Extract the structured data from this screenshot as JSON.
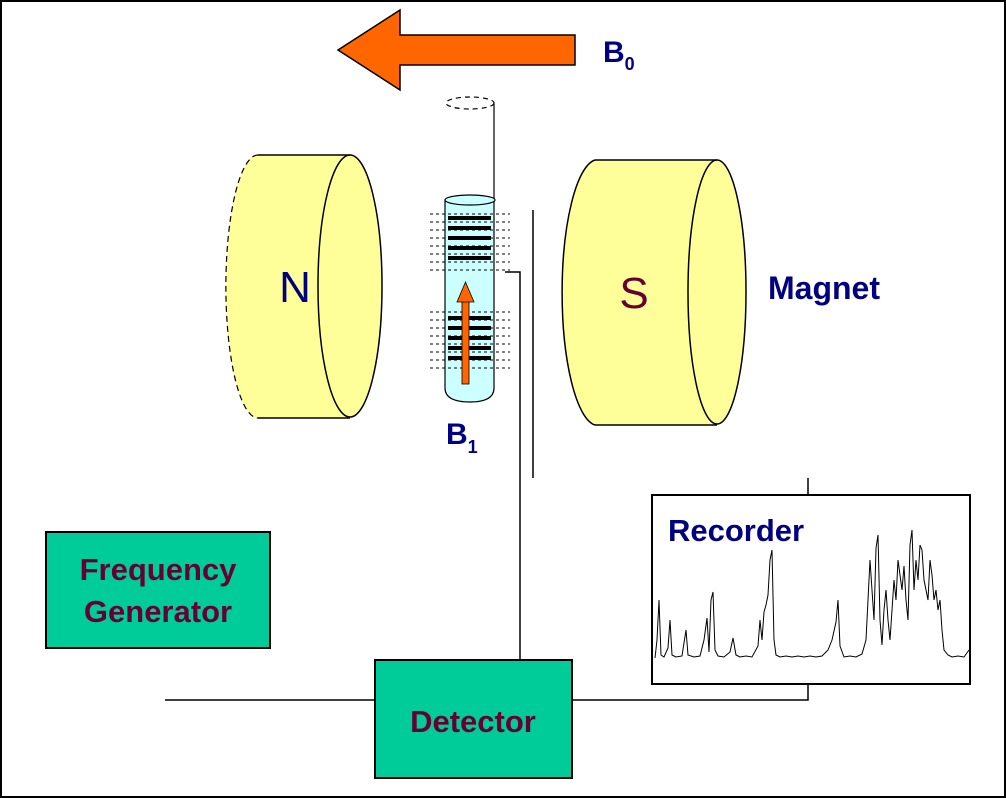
{
  "labels": {
    "b0_main": "B",
    "b0_sub": "0",
    "b1_main": "B",
    "b1_sub": "1",
    "pole_north": "N",
    "pole_south": "S",
    "magnet": "Magnet",
    "recorder": "Recorder",
    "frequency_generator_line1": "Frequency",
    "frequency_generator_line2": "Generator",
    "detector": "Detector"
  },
  "colors": {
    "magnet_fill": "#ffff99",
    "box_fill": "#00cc99",
    "arrow": "#ff6600",
    "label_blue": "#000080",
    "label_maroon": "#660033",
    "sample_tube": "#ccffff"
  }
}
